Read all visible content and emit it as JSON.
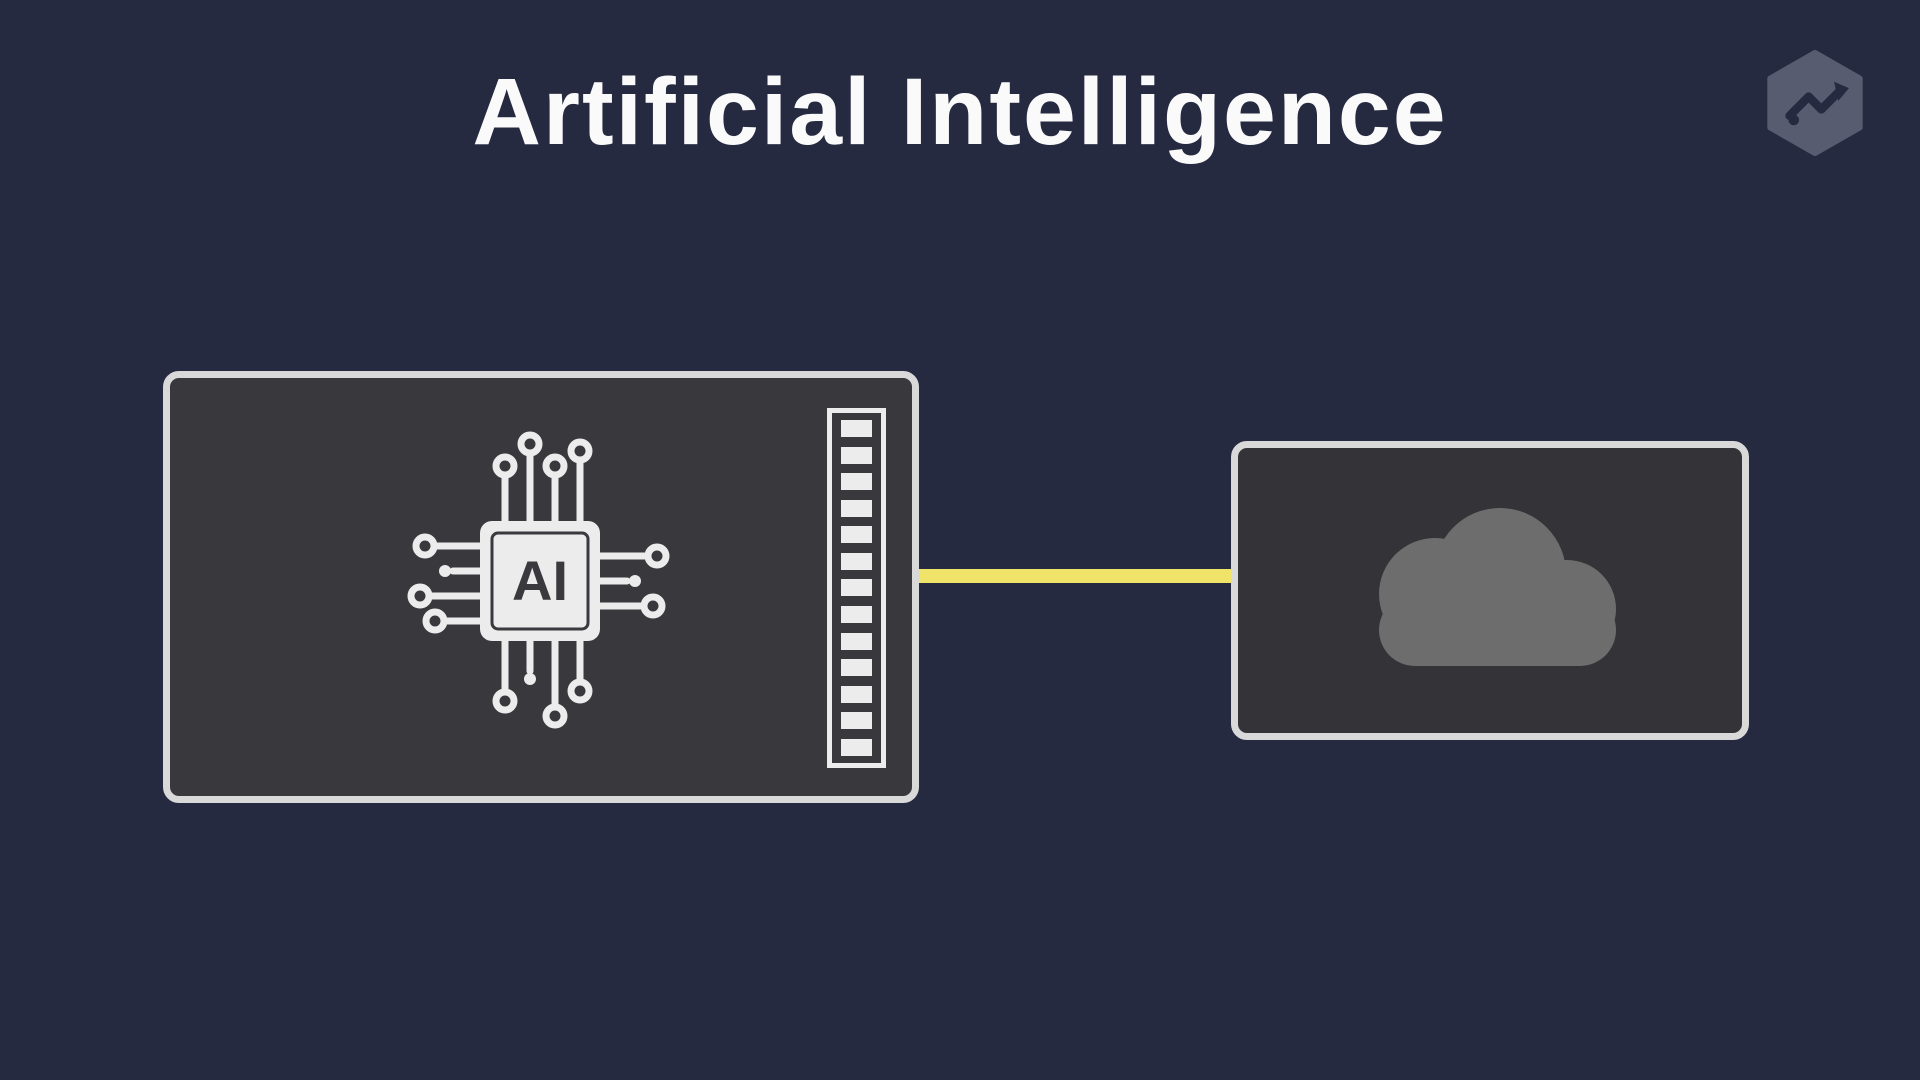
{
  "page": {
    "title": "Artificial Intelligence",
    "background_color": "#262a41",
    "title_color": "#fafafa"
  },
  "logo": {
    "icon": "hexagon-brand-logo-icon",
    "color": "#575c70"
  },
  "diagram": {
    "ai_device": {
      "icon": "ai-chip-icon",
      "chip_text": "AI",
      "fill_color": "#39393d",
      "border_color": "#d9d9d9",
      "connector": {
        "icon": "port-strip-icon",
        "segment_count": 13,
        "color": "#ececec"
      }
    },
    "connection_line": {
      "color": "#efe36a"
    },
    "cloud_device": {
      "icon": "cloud-icon",
      "fill_color": "#333338",
      "border_color": "#d9d9d9",
      "cloud_color": "#6d6d6d"
    }
  }
}
